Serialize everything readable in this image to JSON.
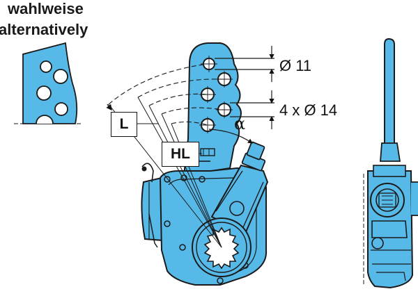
{
  "header": {
    "line1": "wahlweise",
    "line2": "alternatively"
  },
  "dimensions": {
    "hole_small": "Ø 11",
    "hole_large": "4 x Ø 14"
  },
  "labels": {
    "L": "L",
    "HL": "HL",
    "alpha": "α"
  },
  "colors": {
    "part": "#56b9e8",
    "outline": "#1a1a1a"
  }
}
